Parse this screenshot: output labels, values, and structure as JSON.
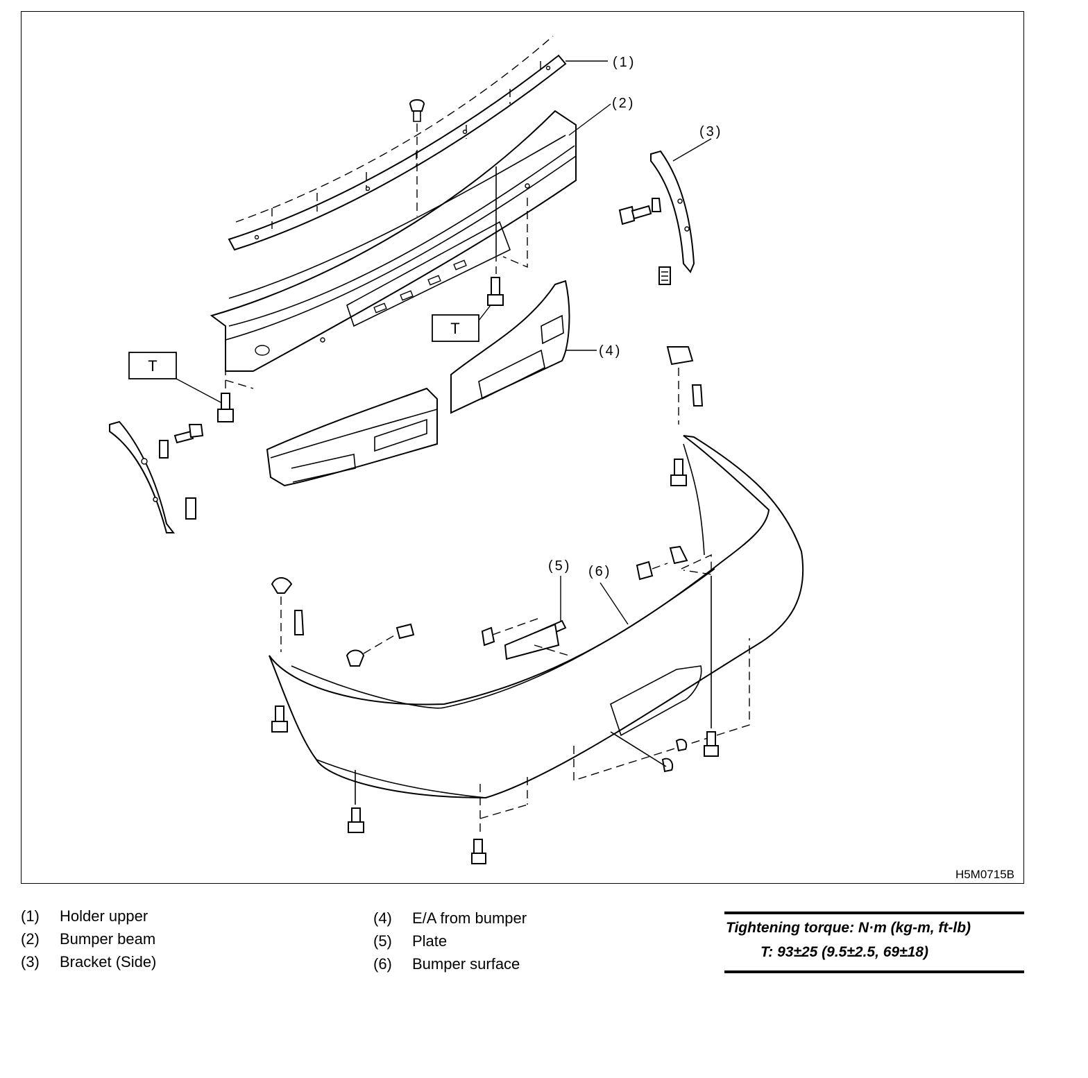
{
  "diagram": {
    "figure_code": "H5M0715B",
    "callouts": [
      "(1)",
      "(2)",
      "(3)",
      "(4)",
      "(5)",
      "(6)"
    ],
    "torque_marker": "T"
  },
  "legend": {
    "col1": [
      {
        "num": "(1)",
        "label": "Holder upper"
      },
      {
        "num": "(2)",
        "label": "Bumper beam"
      },
      {
        "num": "(3)",
        "label": "Bracket (Side)"
      }
    ],
    "col2": [
      {
        "num": "(4)",
        "label": "E/A from bumper"
      },
      {
        "num": "(5)",
        "label": "Plate"
      },
      {
        "num": "(6)",
        "label": "Bumper surface"
      }
    ]
  },
  "torque": {
    "heading": "Tightening torque: N·m (kg-m, ft-lb)",
    "value": "T: 93±25 (9.5±2.5, 69±18)"
  }
}
